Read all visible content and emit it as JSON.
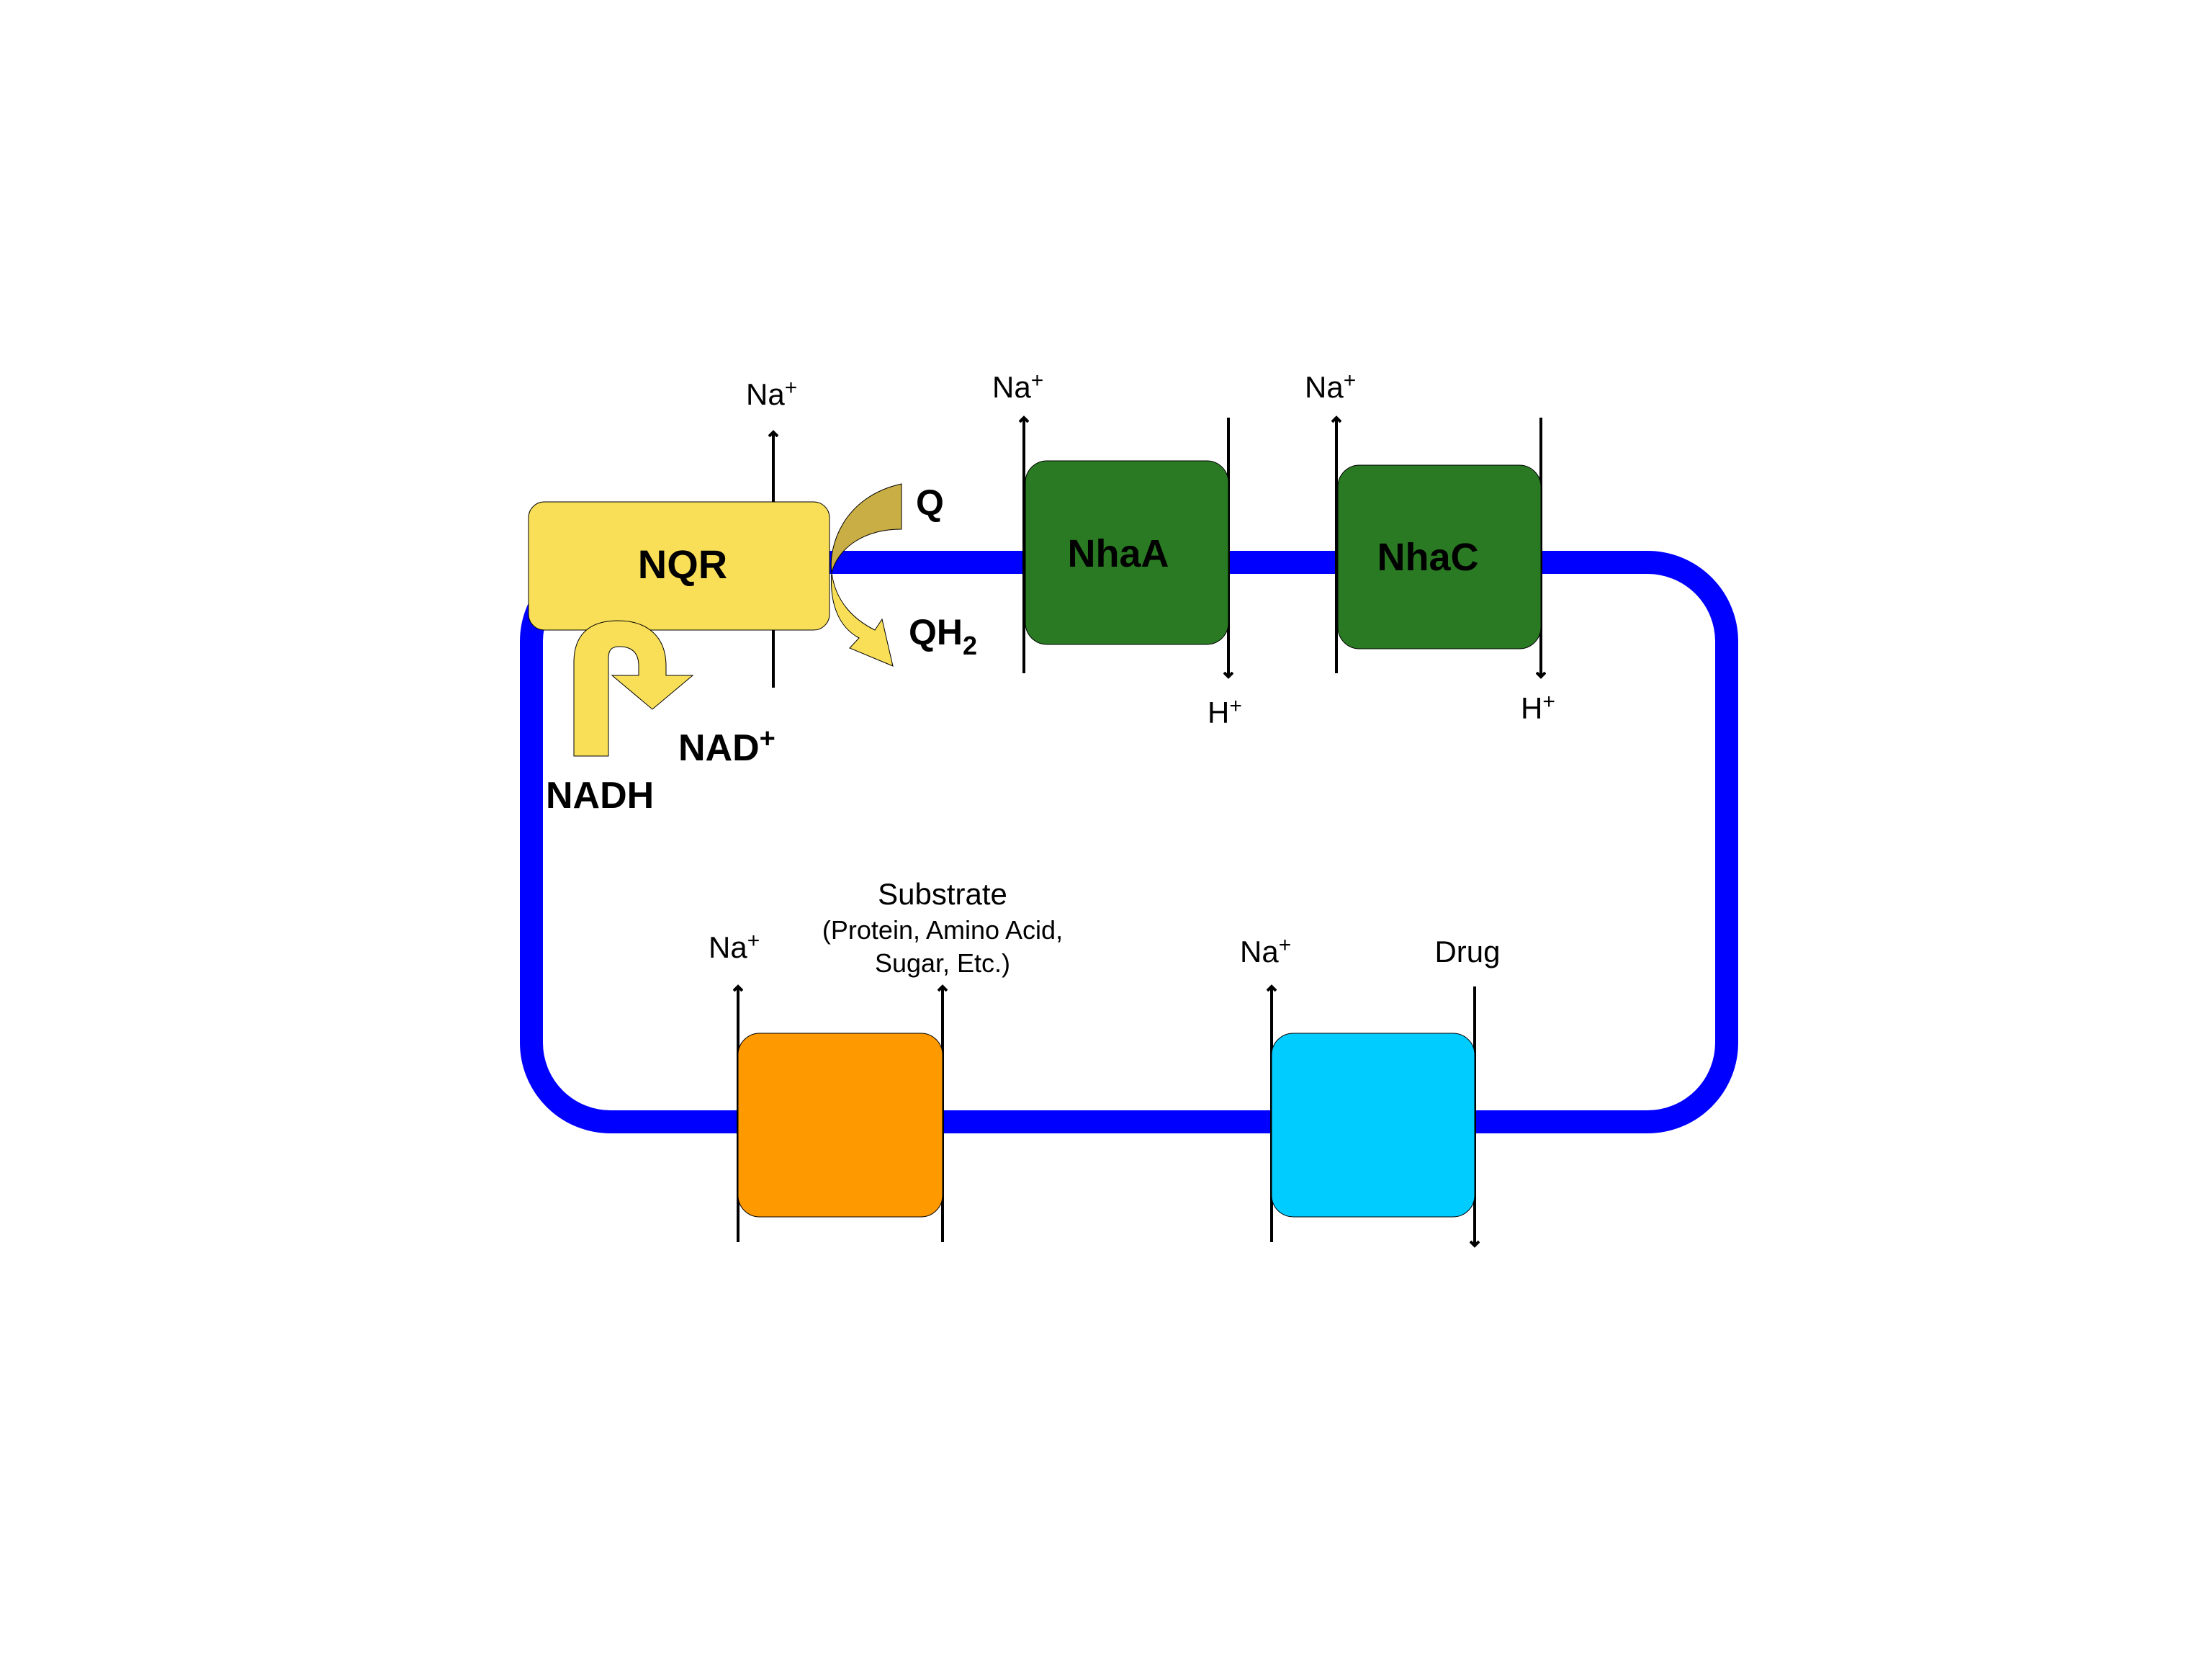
{
  "diagram": {
    "membrane_color": "#0000ff",
    "proteins": {
      "nqr": {
        "label": "NQR",
        "color": "#f9df58"
      },
      "nhaa": {
        "label": "NhaA",
        "color": "#297a23"
      },
      "nhac": {
        "label": "NhaC",
        "color": "#297a23"
      },
      "symporter": {
        "label": "",
        "color": "#ff9900"
      },
      "antiporter": {
        "label": "",
        "color": "#00ccff"
      }
    },
    "species": {
      "na_ion": "Na",
      "plus": "+",
      "proton": "H",
      "quinone": "Q",
      "quinol": "QH",
      "quinol_sub": "2",
      "nadh": "NADH",
      "nad": "NAD",
      "substrate": "Substrate",
      "substrate_detail_1": "(Protein, Amino Acid,",
      "substrate_detail_2": "Sugar, Etc.)",
      "drug": "Drug"
    },
    "arrow_colors": {
      "quinone": "#c9ad45",
      "nadh": "#f9df58"
    }
  }
}
